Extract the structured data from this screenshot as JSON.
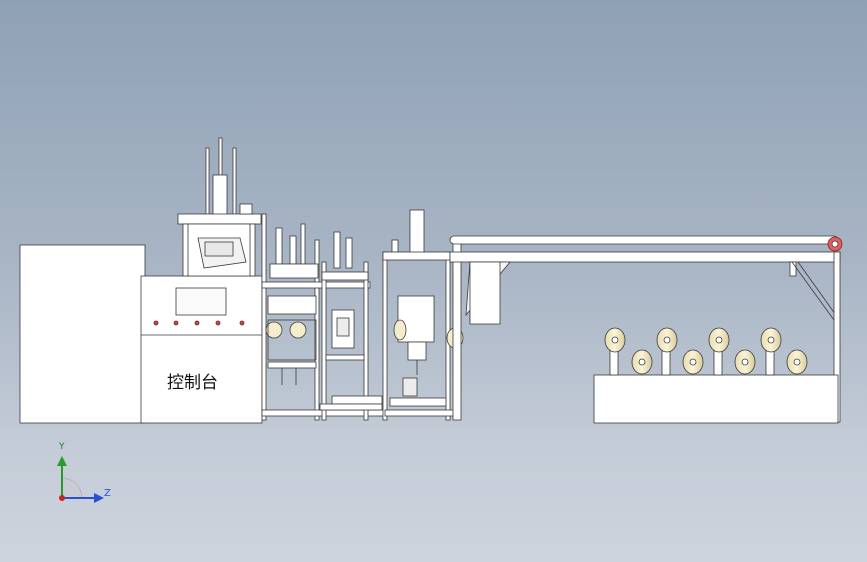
{
  "console": {
    "label": "控制台"
  },
  "triad": {
    "y_label": "Y",
    "z_label": "Z"
  },
  "colors": {
    "background_top": "#8fa1b5",
    "background_bottom": "#ced4de",
    "part_fill": "#ffffff",
    "outline": "#3a3a3a",
    "roller": "#f3e7bd",
    "pulley": "#e06060",
    "axis_y": "#2a9a2a",
    "axis_z": "#2a4fd8",
    "origin": "#d02020"
  }
}
